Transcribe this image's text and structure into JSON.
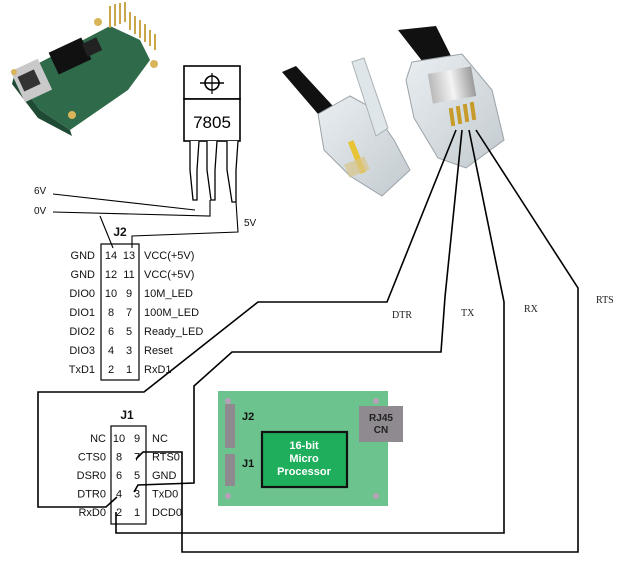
{
  "regulator": {
    "label": "7805"
  },
  "power": {
    "in_label": "6V",
    "gnd_label": "0V",
    "out_label": "5V"
  },
  "j2": {
    "title": "J2",
    "rows": [
      {
        "left": "GND",
        "pin_a": "14",
        "pin_b": "13",
        "right": "VCC(+5V)"
      },
      {
        "left": "GND",
        "pin_a": "12",
        "pin_b": "11",
        "right": "VCC(+5V)"
      },
      {
        "left": "DIO0",
        "pin_a": "10",
        "pin_b": "9",
        "right": "10M_LED"
      },
      {
        "left": "DIO1",
        "pin_a": "8",
        "pin_b": "7",
        "right": "100M_LED"
      },
      {
        "left": "DIO2",
        "pin_a": "6",
        "pin_b": "5",
        "right": "Ready_LED"
      },
      {
        "left": "DIO3",
        "pin_a": "4",
        "pin_b": "3",
        "right": "Reset"
      },
      {
        "left": "TxD1",
        "pin_a": "2",
        "pin_b": "1",
        "right": "RxD1"
      }
    ]
  },
  "j1": {
    "title": "J1",
    "rows": [
      {
        "left": "NC",
        "pin_a": "10",
        "pin_b": "9",
        "right": "NC"
      },
      {
        "left": "CTS0",
        "pin_a": "8",
        "pin_b": "7",
        "right": "RTS0"
      },
      {
        "left": "DSR0",
        "pin_a": "6",
        "pin_b": "5",
        "right": "GND"
      },
      {
        "left": "DTR0",
        "pin_a": "4",
        "pin_b": "3",
        "right": "TxD0"
      },
      {
        "left": "RxD0",
        "pin_a": "2",
        "pin_b": "1",
        "right": "DCD0"
      }
    ]
  },
  "board": {
    "j2_label": "J2",
    "j1_label": "J1",
    "cpu_lines": [
      "16-bit",
      "Micro",
      "Processor"
    ],
    "rj45_lines": [
      "RJ45",
      "CN"
    ],
    "colors": {
      "pcb": "#6cc38e",
      "cpu": "#1fae5c",
      "connector": "#8f8a8f"
    }
  },
  "signals": {
    "dtr": "DTR",
    "tx": "TX",
    "rx": "RX",
    "rts": "RTS"
  }
}
